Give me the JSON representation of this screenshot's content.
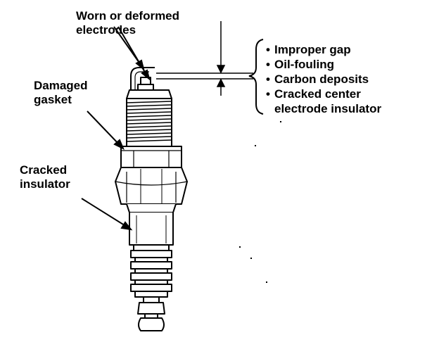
{
  "labels": {
    "electrodes": [
      "Worn or deformed",
      "electrodes"
    ],
    "gasket": [
      "Damaged",
      "gasket"
    ],
    "insulator": [
      "Cracked",
      "insulator"
    ]
  },
  "symptoms": {
    "bullet": "•",
    "items": [
      "Improper gap",
      "Oil-fouling",
      "Carbon deposits",
      "Cracked center"
    ],
    "item_continuation": "electrode insulator"
  }
}
